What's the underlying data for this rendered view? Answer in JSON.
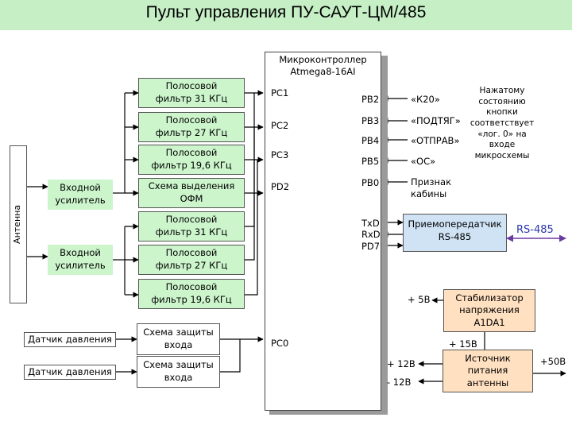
{
  "title": "Пульт управления ПУ-САУТ-ЦМ/485",
  "colors": {
    "title_bg": "#c6efc6",
    "block_green": "#ccf5cc",
    "block_peach": "#ffe0c0",
    "block_blue": "#cfe3f5",
    "rs485_arrow": "#6a3aa0"
  },
  "antenna": "Антенна",
  "mcu": {
    "line1": "Микроконтроллер",
    "line2": "Atmega8-16AI"
  },
  "amp1": {
    "line1": "Входной",
    "line2": "усилитель"
  },
  "amp2": {
    "line1": "Входной",
    "line2": "усилитель"
  },
  "filters": [
    {
      "line1": "Полосовой",
      "line2": "фильтр 31 КГц"
    },
    {
      "line1": "Полосовой",
      "line2": "фильтр 27 КГц"
    },
    {
      "line1": "Полосовой",
      "line2": "фильтр 19,6 КГц"
    },
    {
      "line1": "Схема выделения",
      "line2": "ОФМ"
    },
    {
      "line1": "Полосовой",
      "line2": "фильтр 31 КГц"
    },
    {
      "line1": "Полосовой",
      "line2": "фильтр 27 КГц"
    },
    {
      "line1": "Полосовой",
      "line2": "фильтр 19,6 КГц"
    }
  ],
  "sensors": [
    "Датчик давления",
    "Датчик давления"
  ],
  "protect": [
    {
      "line1": "Схема защиты",
      "line2": "входа"
    },
    {
      "line1": "Схема защиты",
      "line2": "входа"
    }
  ],
  "pins_left": [
    "PC1",
    "PC2",
    "PC3",
    "PD2",
    "PC0"
  ],
  "pins_right": [
    "PB2",
    "PB3",
    "PB4",
    "PB5",
    "PB0"
  ],
  "uart_pins": {
    "line1": "TxD",
    "line2": "RxD",
    "line3": "PD7"
  },
  "buttons": [
    "«К20»",
    "«ПОДТЯГ»",
    "«ОТПРАВ»",
    "«ОС»"
  ],
  "cabin": {
    "line1": "Признак",
    "line2": "кабины"
  },
  "note": {
    "line1": "Нажатому",
    "line2": "состоянию",
    "line3": "кнопки",
    "line4": "соответствует",
    "line5": "«лог. 0» на",
    "line6": "входе",
    "line7": "микросхемы"
  },
  "transceiver": {
    "line1": "Приемопередатчик",
    "line2": "RS-485"
  },
  "rs485": "RS-485",
  "stabilizer": {
    "line1": "Стабилизатор",
    "line2": "напряжения",
    "line3": "A1DA1"
  },
  "psu": {
    "line1": "Источник",
    "line2": "питания",
    "line3": "антенны"
  },
  "voltages": {
    "plus5": "+ 5В",
    "plus15": "+ 15В",
    "plus12": "+ 12В",
    "minus12": "- 12В",
    "plus50": "+50В"
  }
}
